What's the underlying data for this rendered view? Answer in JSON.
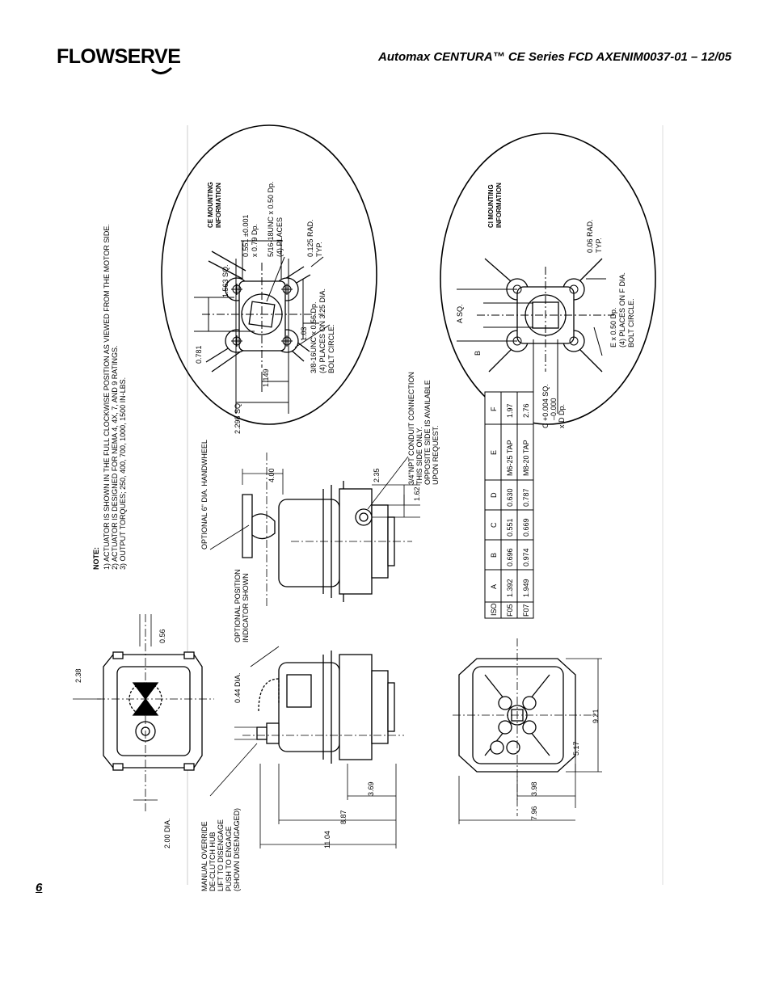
{
  "header": {
    "brand": "FLOWSERVE",
    "title": "Automax CENTURA™ CE Series    FCD AXENIM0037-01 – 12/05"
  },
  "page_number": "6",
  "notes": {
    "heading": "NOTE:",
    "items": [
      "1) ACTUATOR IS SHOWN IN THE FULL CLOCKWISE POSITION AS VIEWED FROM THE MOTOR SIDE.",
      "2) ACTUATOR IS DESIGNED FOR NEMA 4, 4X, 7, AND 9 RATINGS.",
      "3) OUTPUT TORQUES; 250, 400, 700, 1000, 1500 IN-LBS."
    ]
  },
  "ce_mounting": {
    "title_line1": "CE MOUNTING",
    "title_line2": "INFORMATION",
    "sq_1563": "1.563 SQ.",
    "bore_line1": "0.551 ±0.001",
    "bore_line2": "x 0.79 Dp.",
    "tap_line1": "5/16-18UNC x 0.50 Dp.",
    "tap_line2": "(4) PLACES",
    "rad_line1": "0.125 RAD.",
    "rad_line2": "TYP.",
    "d0781": "0.781",
    "d103": "1.03",
    "d1149": "1.149",
    "sq_2298": "2.298 SQ.",
    "bolt_line1": "3/8-16UNC x 0.56 Dp.",
    "bolt_line2": "(4) PLACES ON 3.25 DIA.",
    "bolt_line3": "BOLT CIRCLE."
  },
  "ci_mounting": {
    "title_line1": "CI MOUNTING",
    "title_line2": "INFORMATION",
    "rad_line1": "0.06 RAD.",
    "rad_line2": "TYP.",
    "a_sq": "A SQ.",
    "b": "B",
    "e_line1": "E x 0.50 Dp.",
    "e_line2": "(4) PLACES ON F DIA.",
    "e_line3": "BOLT CIRCLE.",
    "c_line1": "C +0.004 SQ.",
    "c_line2": "–0.000",
    "c_line3": "x D Dp."
  },
  "conduit": {
    "line1": "3/4\"NPT CONDUIT CONNECTION",
    "line2": "THIS SIDE ONLY.",
    "line3": "OPPOSITE SIDE IS AVAILABLE",
    "line4": "UPON REQUEST."
  },
  "handwheel": "OPTIONAL 6\" DIA. HANDWHEEL",
  "position_indicator": {
    "line1": "OPTIONAL POSITION",
    "line2": "INDICATOR SHOWN"
  },
  "manual_override": {
    "line1": "MANUAL OVERRIDE",
    "line2": "DE-CLUTCH HUB",
    "line3": "LIFT TO DISENGAGE",
    "line4": "PUSH TO ENGAGE",
    "line5": "(SHOWN DISENGAGED)"
  },
  "dims": {
    "d400": "4.00",
    "d235": "2.35",
    "d162": "1.62",
    "d238": "2.38",
    "d056": "0.56",
    "d044": "0.44 DIA.",
    "d200": "2.00 DIA.",
    "d1104": "11.04",
    "d887": "8.87",
    "d369": "3.69",
    "d796": "7.96",
    "d398": "3.98",
    "d517": "5.17",
    "d921": "9.21"
  },
  "iso_table": {
    "headers": [
      "ISO",
      "A",
      "B",
      "C",
      "D",
      "E",
      "F"
    ],
    "rows": [
      [
        "F05",
        "1.392",
        "0.696",
        "0.551",
        "0.630",
        "M6-25 TAP",
        "1.97"
      ],
      [
        "F07",
        "1.949",
        "0.974",
        "0.669",
        "0.787",
        "M8-20 TAP",
        "2.76"
      ]
    ]
  }
}
